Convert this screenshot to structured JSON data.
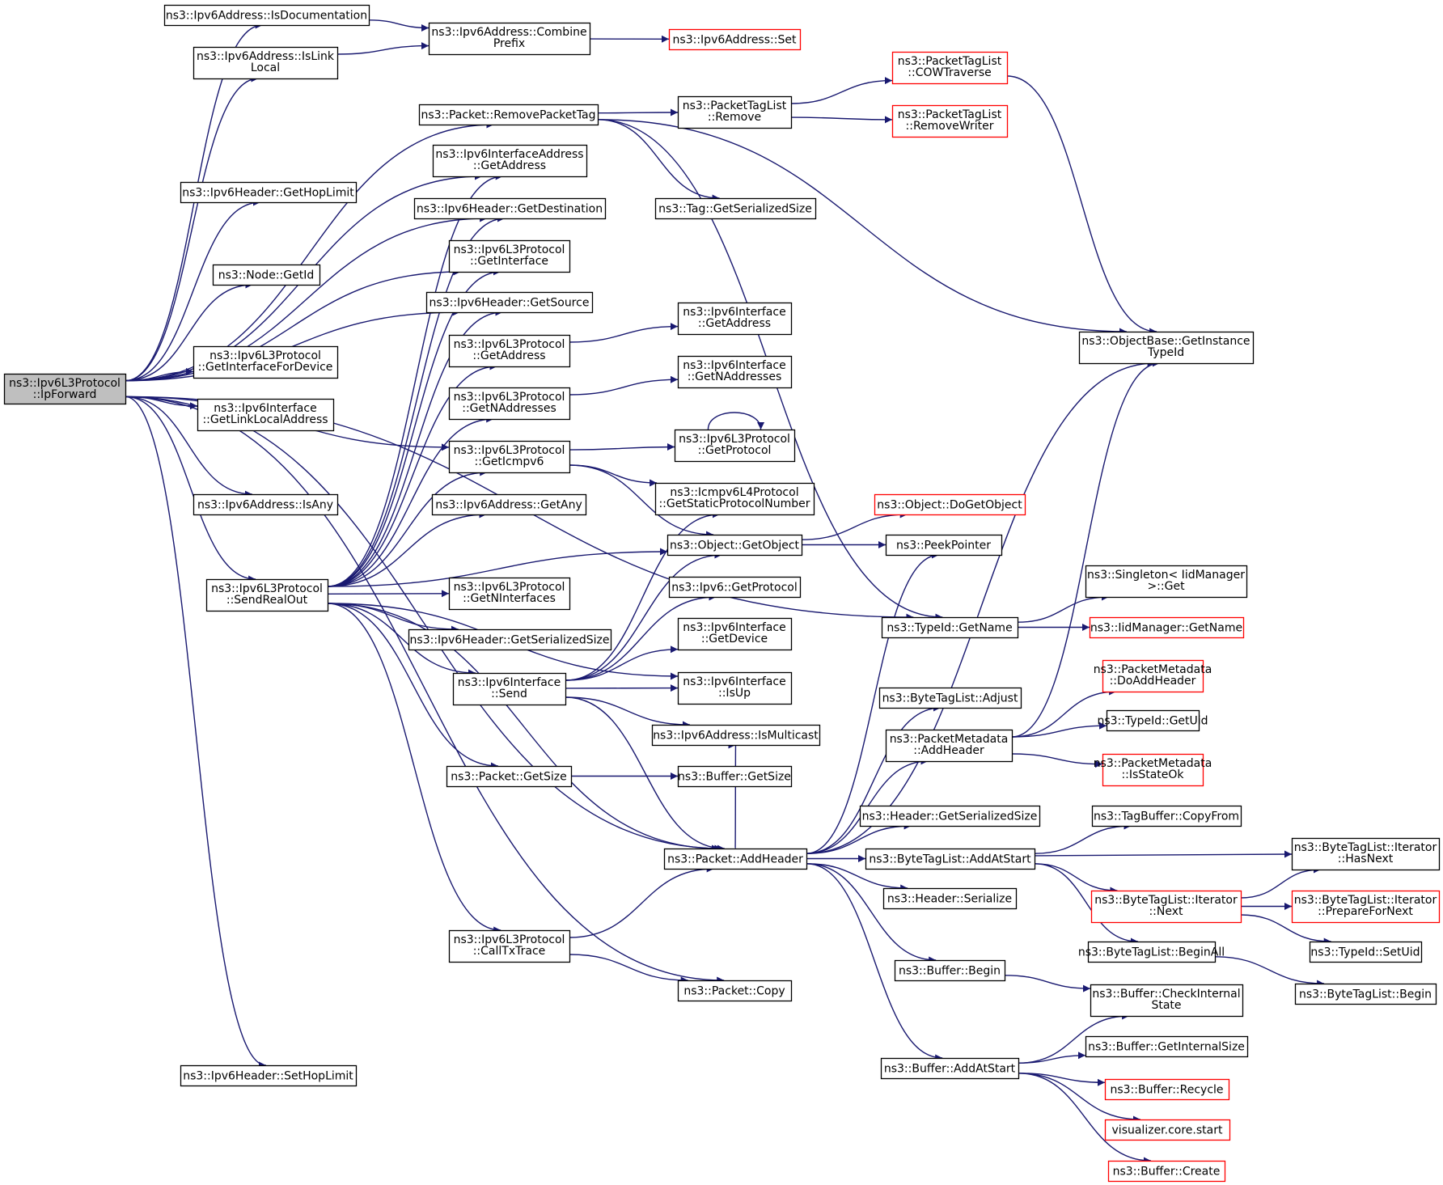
{
  "diagram": {
    "nodes": [
      {
        "id": "root",
        "label": [
          "ns3::Ipv6L3Protocol",
          "::IpForward"
        ],
        "style": "root"
      },
      {
        "id": "isdoc",
        "label": [
          "ns3::Ipv6Address::IsDocumentation"
        ]
      },
      {
        "id": "combine",
        "label": [
          "ns3::Ipv6Address::Combine",
          "Prefix"
        ]
      },
      {
        "id": "ipv6set",
        "label": [
          "ns3::Ipv6Address::Set"
        ],
        "style": "red"
      },
      {
        "id": "islink",
        "label": [
          "ns3::Ipv6Address::IsLink",
          "Local"
        ]
      },
      {
        "id": "removetag",
        "label": [
          "ns3::Packet::RemovePacketTag"
        ]
      },
      {
        "id": "ptlremove",
        "label": [
          "ns3::PacketTagList",
          "::Remove"
        ]
      },
      {
        "id": "cow",
        "label": [
          "ns3::PacketTagList",
          "::COWTraverse"
        ],
        "style": "red"
      },
      {
        "id": "removewriter",
        "label": [
          "ns3::PacketTagList",
          "::RemoveWriter"
        ],
        "style": "red"
      },
      {
        "id": "tagsersize",
        "label": [
          "ns3::Tag::GetSerializedSize"
        ]
      },
      {
        "id": "ifaddrget",
        "label": [
          "ns3::Ipv6InterfaceAddress",
          "::GetAddress"
        ]
      },
      {
        "id": "gethoplimit",
        "label": [
          "ns3::Ipv6Header::GetHopLimit"
        ]
      },
      {
        "id": "getdest",
        "label": [
          "ns3::Ipv6Header::GetDestination"
        ]
      },
      {
        "id": "getiface",
        "label": [
          "ns3::Ipv6L3Protocol",
          "::GetInterface"
        ]
      },
      {
        "id": "nodeid",
        "label": [
          "ns3::Node::GetId"
        ]
      },
      {
        "id": "getsource",
        "label": [
          "ns3::Ipv6Header::GetSource"
        ]
      },
      {
        "id": "objbase",
        "label": [
          "ns3::ObjectBase::GetInstance",
          "TypeId"
        ]
      },
      {
        "id": "l3getaddr",
        "label": [
          "ns3::Ipv6L3Protocol",
          "::GetAddress"
        ]
      },
      {
        "id": "ifgetaddr",
        "label": [
          "ns3::Ipv6Interface",
          "::GetAddress"
        ]
      },
      {
        "id": "ifacefordev",
        "label": [
          "ns3::Ipv6L3Protocol",
          "::GetInterfaceForDevice"
        ]
      },
      {
        "id": "ifgetnaddr",
        "label": [
          "ns3::Ipv6Interface",
          "::GetNAddresses"
        ]
      },
      {
        "id": "linklocal",
        "label": [
          "ns3::Ipv6Interface",
          "::GetLinkLocalAddress"
        ]
      },
      {
        "id": "l3getnaddr",
        "label": [
          "ns3::Ipv6L3Protocol",
          "::GetNAddresses"
        ]
      },
      {
        "id": "getprotocol",
        "label": [
          "ns3::Ipv6L3Protocol",
          "::GetProtocol"
        ]
      },
      {
        "id": "geticmpv6",
        "label": [
          "ns3::Ipv6L3Protocol",
          "::GetIcmpv6"
        ]
      },
      {
        "id": "icmpstatic",
        "label": [
          "ns3::Icmpv6L4Protocol",
          "::GetStaticProtocolNumber"
        ]
      },
      {
        "id": "isany",
        "label": [
          "ns3::Ipv6Address::IsAny"
        ]
      },
      {
        "id": "getany",
        "label": [
          "ns3::Ipv6Address::GetAny"
        ]
      },
      {
        "id": "dogetobject",
        "label": [
          "ns3::Object::DoGetObject"
        ],
        "style": "red"
      },
      {
        "id": "getobject",
        "label": [
          "ns3::Object::GetObject"
        ]
      },
      {
        "id": "peek",
        "label": [
          "ns3::PeekPointer"
        ]
      },
      {
        "id": "sendrealout",
        "label": [
          "ns3::Ipv6L3Protocol",
          "::SendRealOut"
        ]
      },
      {
        "id": "getniface",
        "label": [
          "ns3::Ipv6L3Protocol",
          "::GetNInterfaces"
        ]
      },
      {
        "id": "ipv6getproto",
        "label": [
          "ns3::Ipv6::GetProtocol"
        ]
      },
      {
        "id": "singleton",
        "label": [
          "ns3::Singleton< IidManager",
          ">::Get"
        ]
      },
      {
        "id": "hdrsersize",
        "label": [
          "ns3::Ipv6Header::GetSerializedSize"
        ]
      },
      {
        "id": "typeidname",
        "label": [
          "ns3::TypeId::GetName"
        ]
      },
      {
        "id": "iidname",
        "label": [
          "ns3::IidManager::GetName"
        ],
        "style": "red"
      },
      {
        "id": "getdevice",
        "label": [
          "ns3::Ipv6Interface",
          "::GetDevice"
        ]
      },
      {
        "id": "ifsend",
        "label": [
          "ns3::Ipv6Interface",
          "::Send"
        ]
      },
      {
        "id": "isup",
        "label": [
          "ns3::Ipv6Interface",
          "::IsUp"
        ]
      },
      {
        "id": "btladjust",
        "label": [
          "ns3::ByteTagList::Adjust"
        ]
      },
      {
        "id": "pmdoadd",
        "label": [
          "ns3::PacketMetadata",
          "::DoAddHeader"
        ],
        "style": "red"
      },
      {
        "id": "ismulticast",
        "label": [
          "ns3::Ipv6Address::IsMulticast"
        ]
      },
      {
        "id": "pmaddheader",
        "label": [
          "ns3::PacketMetadata",
          "::AddHeader"
        ]
      },
      {
        "id": "getuid",
        "label": [
          "ns3::TypeId::GetUid"
        ]
      },
      {
        "id": "pktgetsize",
        "label": [
          "ns3::Packet::GetSize"
        ]
      },
      {
        "id": "bufgetsize",
        "label": [
          "ns3::Buffer::GetSize"
        ]
      },
      {
        "id": "isstateok",
        "label": [
          "ns3::PacketMetadata",
          "::IsStateOk"
        ],
        "style": "red"
      },
      {
        "id": "hdrgetsersize",
        "label": [
          "ns3::Header::GetSerializedSize"
        ]
      },
      {
        "id": "copyfrom",
        "label": [
          "ns3::TagBuffer::CopyFrom"
        ]
      },
      {
        "id": "addheader",
        "label": [
          "ns3::Packet::AddHeader"
        ]
      },
      {
        "id": "btladdatstart",
        "label": [
          "ns3::ByteTagList::AddAtStart"
        ]
      },
      {
        "id": "hasnext",
        "label": [
          "ns3::ByteTagList::Iterator",
          "::HasNext"
        ]
      },
      {
        "id": "hdrserialize",
        "label": [
          "ns3::Header::Serialize"
        ]
      },
      {
        "id": "itnext",
        "label": [
          "ns3::ByteTagList::Iterator",
          "::Next"
        ],
        "style": "red"
      },
      {
        "id": "prepnext",
        "label": [
          "ns3::ByteTagList::Iterator",
          "::PrepareForNext"
        ],
        "style": "red"
      },
      {
        "id": "calltx",
        "label": [
          "ns3::Ipv6L3Protocol",
          "::CallTxTrace"
        ]
      },
      {
        "id": "beginall",
        "label": [
          "ns3::ByteTagList::BeginAll"
        ]
      },
      {
        "id": "setuid",
        "label": [
          "ns3::TypeId::SetUid"
        ]
      },
      {
        "id": "bufbegin",
        "label": [
          "ns3::Buffer::Begin"
        ]
      },
      {
        "id": "btlbegin",
        "label": [
          "ns3::ByteTagList::Begin"
        ]
      },
      {
        "id": "pktcopy",
        "label": [
          "ns3::Packet::Copy"
        ]
      },
      {
        "id": "checkinternal",
        "label": [
          "ns3::Buffer::CheckInternal",
          "State"
        ]
      },
      {
        "id": "getinternal",
        "label": [
          "ns3::Buffer::GetInternalSize"
        ]
      },
      {
        "id": "bufaddatstart",
        "label": [
          "ns3::Buffer::AddAtStart"
        ]
      },
      {
        "id": "recycle",
        "label": [
          "ns3::Buffer::Recycle"
        ],
        "style": "red"
      },
      {
        "id": "vizstart",
        "label": [
          "visualizer.core.start"
        ],
        "style": "red"
      },
      {
        "id": "bufcreate",
        "label": [
          "ns3::Buffer::Create"
        ],
        "style": "red"
      },
      {
        "id": "sethoplimit",
        "label": [
          "ns3::Ipv6Header::SetHopLimit"
        ]
      }
    ]
  }
}
